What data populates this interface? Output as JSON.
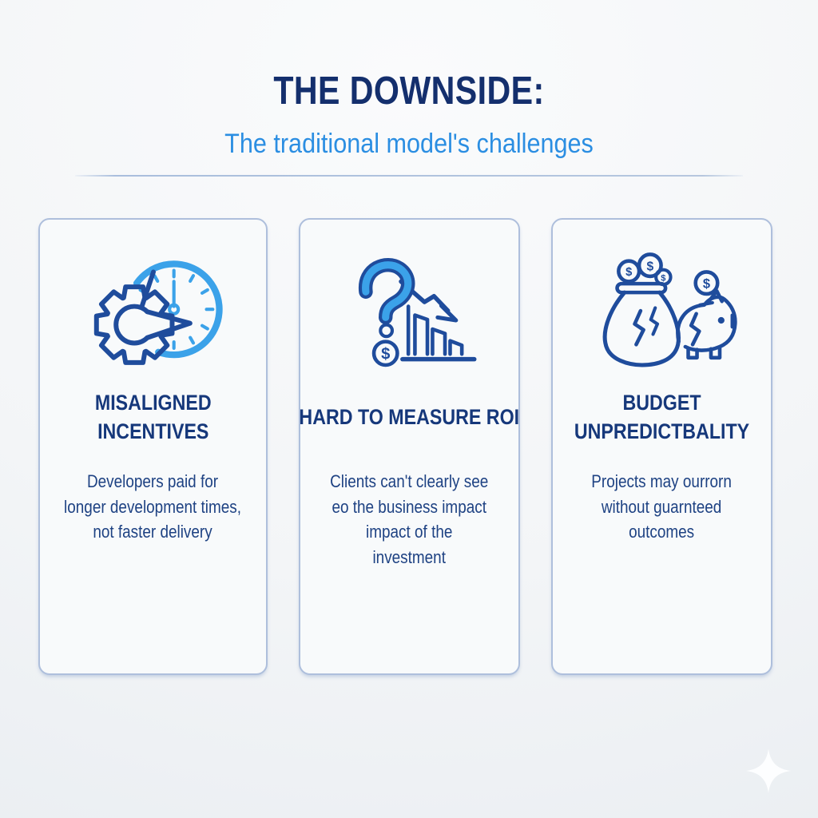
{
  "page": {
    "title": "THE DOWNSIDE:",
    "subtitle": "The traditional model's challenges"
  },
  "cards": [
    {
      "id": "misaligned-incentives",
      "icon": "gear-clock-icon",
      "heading": "MISALIGNED\nINCENTIVES",
      "body": "Developers paid for\nlonger development times,\nnot faster delivery"
    },
    {
      "id": "hard-to-measure-roi",
      "icon": "question-mark-declining-chart-icon",
      "heading": "HARD TO MEASURE ROI",
      "body": "Clients can't clearly see\neo the business impact\nimpact of the\ninvestment"
    },
    {
      "id": "budget-unpredictability",
      "icon": "money-bag-piggy-bank-icon",
      "heading": "BUDGET\nUNPREDICTBALITY",
      "body": "Projects may ourrorn\nwithout guarnteed\noutcomes"
    }
  ],
  "icons": {
    "dollar": "$"
  },
  "decor": {
    "watermark": "sparkle-icon"
  },
  "colors": {
    "title_navy": "#142f6d",
    "subtitle_blue": "#2b8ee2",
    "heading_navy": "#16387b",
    "body_navy": "#1e4283",
    "icon_navy": "#1f4c9c",
    "icon_blue": "#3ba2e9",
    "card_border": "#aebfdc",
    "page_bg": "#f3f5f7",
    "card_bg": "#f8fafb"
  }
}
